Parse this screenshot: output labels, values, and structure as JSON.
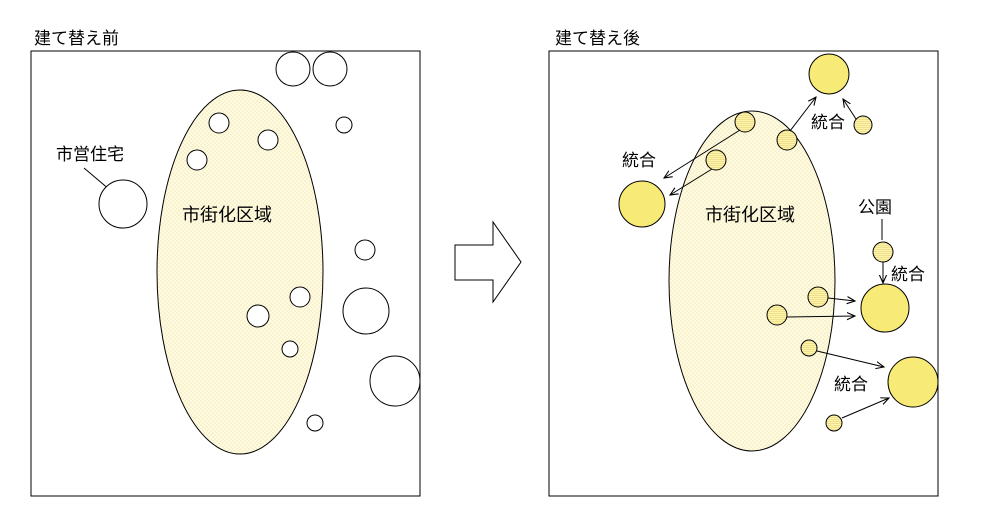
{
  "titles": {
    "before": "建て替え前",
    "after": "建て替え後"
  },
  "labels": {
    "urban_area": "市街化区域",
    "public_housing": "市営住宅",
    "merge": "統合",
    "park": "公園"
  },
  "colors": {
    "urban_fill": "#fffbe0",
    "merged_fill": "#f7ea76",
    "small_fill": "#fdf3ab",
    "stroke": "#000000",
    "arrow_shape_fill": "#ffffff"
  },
  "icons": {
    "transition": "right-arrow-icon"
  }
}
